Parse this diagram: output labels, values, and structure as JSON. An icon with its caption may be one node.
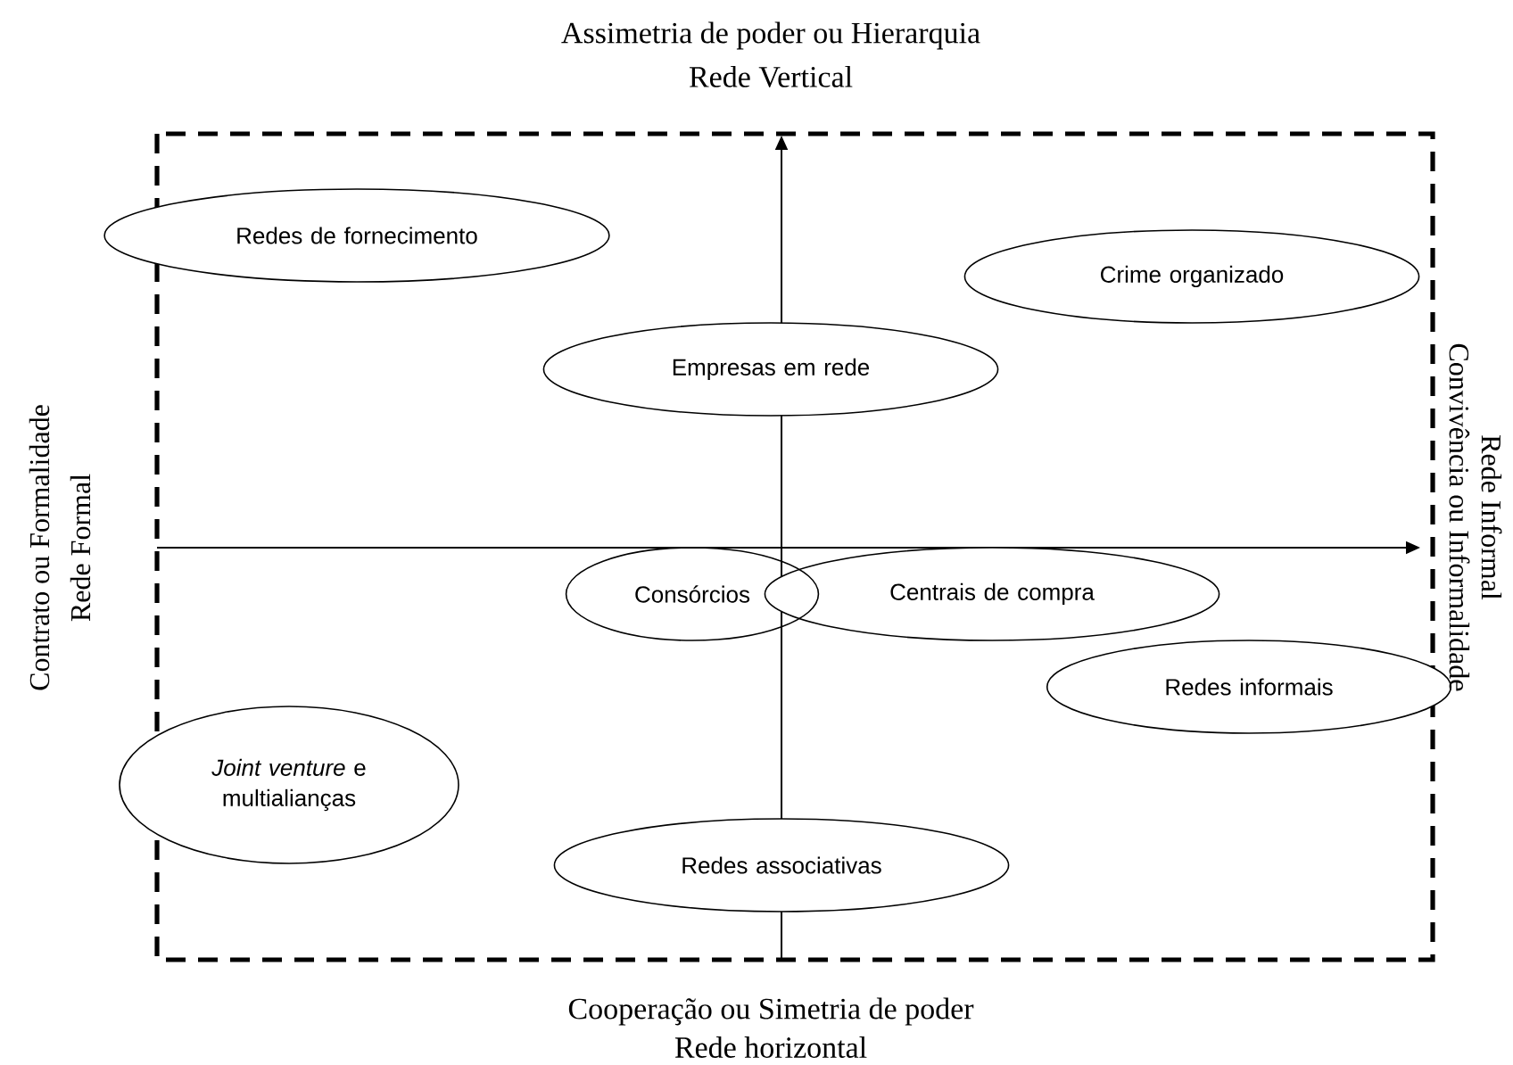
{
  "diagram": {
    "nodes": [
      {
        "text": [
          "Redes de fornecimento"
        ]
      },
      {
        "text": [
          "Crime organizado"
        ]
      },
      {
        "text": [
          "Empresas em rede"
        ]
      },
      {
        "text": [
          "Centrais de compra"
        ]
      },
      {
        "text": [
          "Consórcios"
        ]
      },
      {
        "text": [
          "Redes informais"
        ]
      },
      {
        "text": [
          "*Joint venture* e multialianças"
        ]
      },
      {
        "text": [
          "Redes associativas"
        ]
      }
    ],
    "labels": [
      "Assimetria de poder ou Hierarquia",
      "Rede Vertical",
      "Contrato ou Formalidade",
      "Rede Formal",
      "Convivência ou Informalidade",
      "Rede Informal",
      "Cooperação ou Simetria de poder",
      "Rede horizontal"
    ]
  }
}
